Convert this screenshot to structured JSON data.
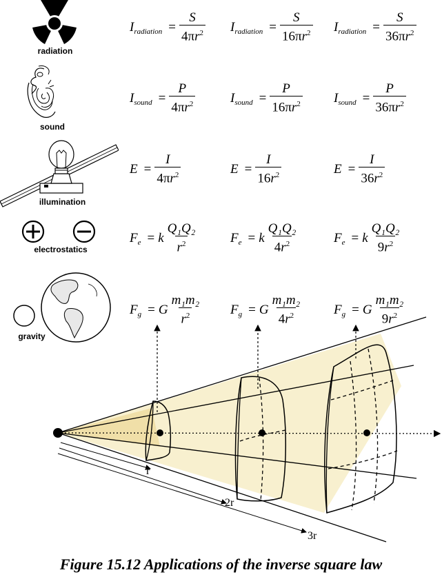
{
  "rows": [
    {
      "label": "radiation",
      "formulas": [
        {
          "lhs": "I",
          "sub": "radiation",
          "coef": "",
          "num": "S",
          "den_pre": "4",
          "den_pi": "π",
          "den_var": "r",
          "den_exp": "2"
        },
        {
          "lhs": "I",
          "sub": "radiation",
          "coef": "",
          "num": "S",
          "den_pre": "16",
          "den_pi": "π",
          "den_var": "r",
          "den_exp": "2"
        },
        {
          "lhs": "I",
          "sub": "radiation",
          "coef": "",
          "num": "S",
          "den_pre": "36",
          "den_pi": "π",
          "den_var": "r",
          "den_exp": "2"
        }
      ]
    },
    {
      "label": "sound",
      "formulas": [
        {
          "lhs": "I",
          "sub": "sound",
          "coef": "",
          "num": "P",
          "den_pre": "4",
          "den_pi": "π",
          "den_var": "r",
          "den_exp": "2"
        },
        {
          "lhs": "I",
          "sub": "sound",
          "coef": "",
          "num": "P",
          "den_pre": "16",
          "den_pi": "π",
          "den_var": "r",
          "den_exp": "2"
        },
        {
          "lhs": "I",
          "sub": "sound",
          "coef": "",
          "num": "P",
          "den_pre": "36",
          "den_pi": "π",
          "den_var": "r",
          "den_exp": "2"
        }
      ]
    },
    {
      "label": "illumination",
      "formulas": [
        {
          "lhs": "E",
          "sub": "",
          "coef": "",
          "num": "I",
          "den_pre": "4",
          "den_pi": "π",
          "den_var": "r",
          "den_exp": "2"
        },
        {
          "lhs": "E",
          "sub": "",
          "coef": "",
          "num": "I",
          "den_pre": "16",
          "den_pi": "",
          "den_var": "r",
          "den_exp": "2"
        },
        {
          "lhs": "E",
          "sub": "",
          "coef": "",
          "num": "I",
          "den_pre": "36",
          "den_pi": "",
          "den_var": "r",
          "den_exp": "2"
        }
      ]
    },
    {
      "label": "electrostatics",
      "formulas": [
        {
          "lhs": "F",
          "sub": "e",
          "coef": "k",
          "num": "Q₁Q₂",
          "den_pre": "",
          "den_pi": "",
          "den_var": "r",
          "den_exp": "2"
        },
        {
          "lhs": "F",
          "sub": "e",
          "coef": "k",
          "num": "Q₁Q₂",
          "den_pre": "4",
          "den_pi": "",
          "den_var": "r",
          "den_exp": "2"
        },
        {
          "lhs": "F",
          "sub": "e",
          "coef": "k",
          "num": "Q₁Q₂",
          "den_pre": "9",
          "den_pi": "",
          "den_var": "r",
          "den_exp": "2"
        }
      ]
    },
    {
      "label": "gravity",
      "formulas": [
        {
          "lhs": "F",
          "sub": "g",
          "coef": "G",
          "num": "m₁m₂",
          "den_pre": "",
          "den_pi": "",
          "den_var": "r",
          "den_exp": "2"
        },
        {
          "lhs": "F",
          "sub": "g",
          "coef": "G",
          "num": "m₁m₂",
          "den_pre": "4",
          "den_pi": "",
          "den_var": "r",
          "den_exp": "2"
        },
        {
          "lhs": "F",
          "sub": "g",
          "coef": "G",
          "num": "m₁m₂",
          "den_pre": "9",
          "den_pi": "",
          "den_var": "r",
          "den_exp": "2"
        }
      ]
    }
  ],
  "equals": "=",
  "distances": [
    "r",
    "2r",
    "3r"
  ],
  "caption": "Figure 15.12 Applications of the inverse square law",
  "colors": {
    "cone_fill": "#f8f0cf",
    "cone_inner": "#f0dfa8",
    "line": "#000000"
  }
}
